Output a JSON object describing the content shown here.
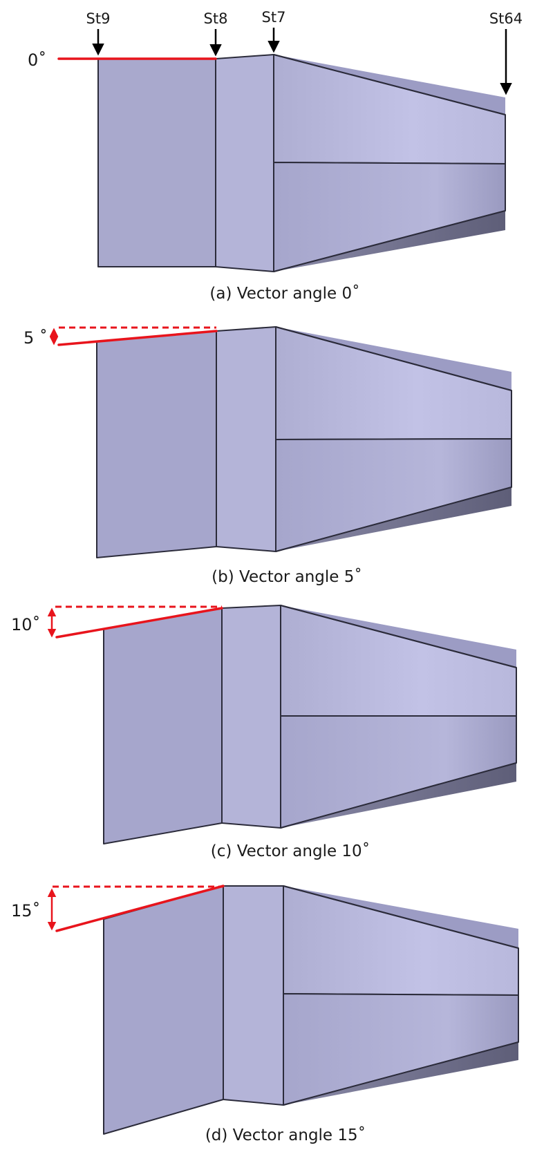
{
  "panels": [
    {
      "angle": 0,
      "angle_label": "0˚",
      "caption": "(a) Vector angle 0˚"
    },
    {
      "angle": 5,
      "angle_label": "5 ˚",
      "caption": "(b) Vector angle 5˚"
    },
    {
      "angle": 10,
      "angle_label": "10˚",
      "caption": "(c) Vector angle 10˚"
    },
    {
      "angle": 15,
      "angle_label": "15˚",
      "caption": "(d) Vector angle 15˚"
    }
  ],
  "stations": [
    "St9",
    "St8",
    "St7",
    "St64"
  ],
  "colors": {
    "panel_dark": "#a8a8cc",
    "panel_mid": "#b4b4d8",
    "panel_light": "#c4c4e6",
    "underside": "#6e6e8c",
    "edge": "#2b2b3a",
    "reference_line": "#e8141c"
  }
}
